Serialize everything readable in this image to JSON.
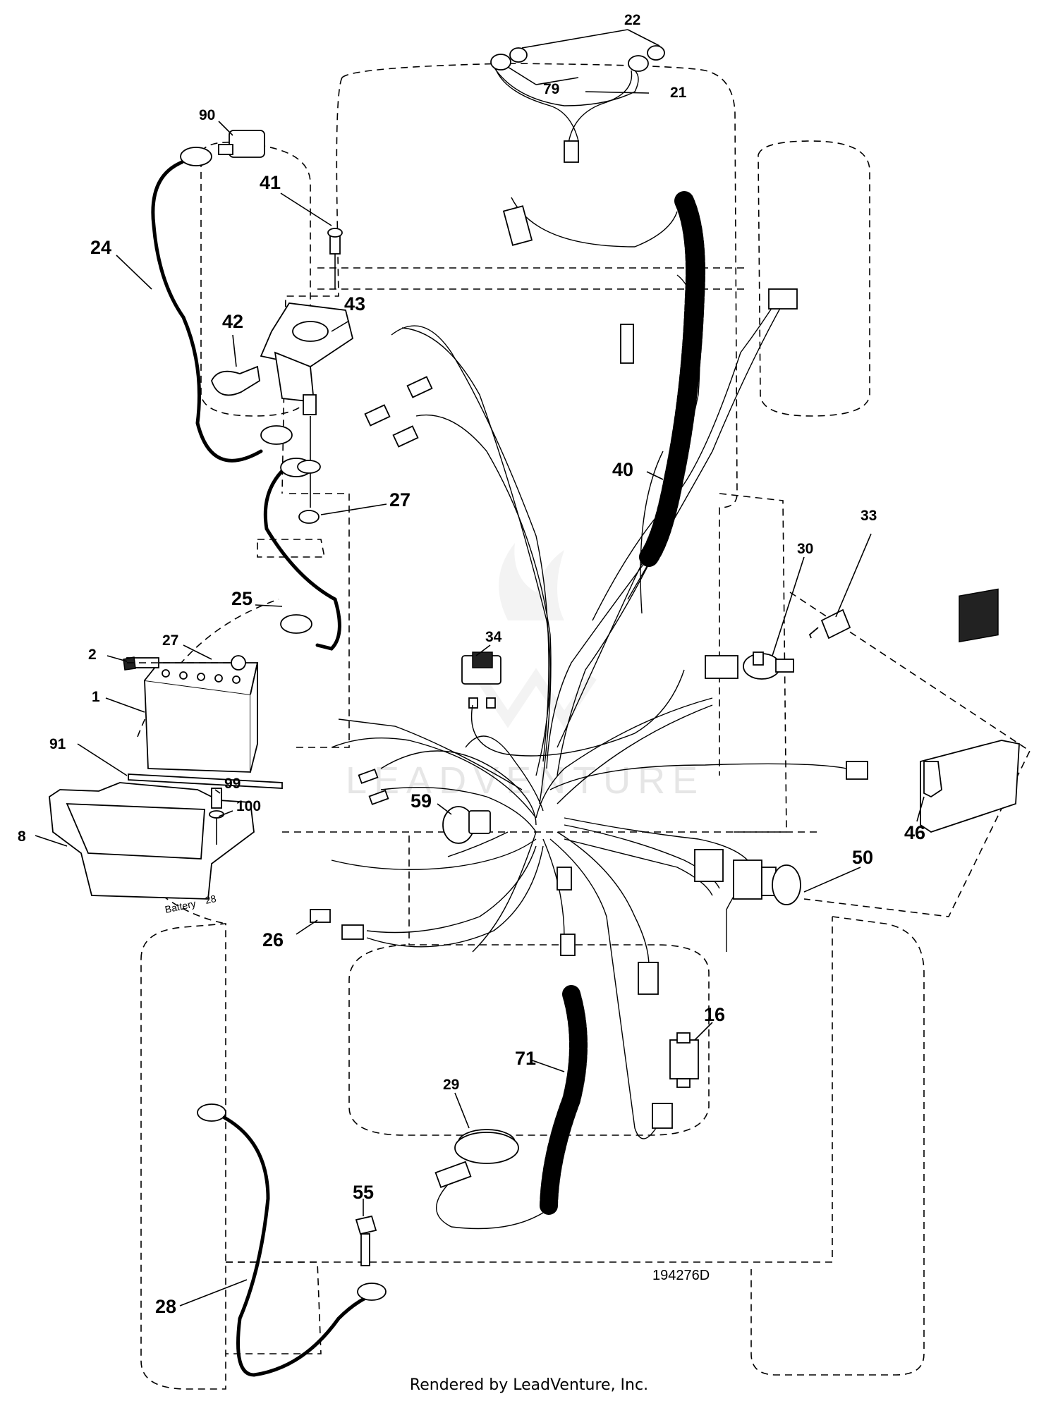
{
  "diagram": {
    "drawing_number": "194276D",
    "watermark": "LEADVENTURE",
    "battery_label": "Battery",
    "battery_label_ref": "28",
    "callouts": {
      "c1": "1",
      "c2": "2",
      "c8": "8",
      "c16": "16",
      "c21": "21",
      "c22": "22",
      "c24": "24",
      "c25": "25",
      "c26": "26",
      "c27a": "27",
      "c27b": "27",
      "c28": "28",
      "c29": "29",
      "c30": "30",
      "c33": "33",
      "c34": "34",
      "c40": "40",
      "c41": "41",
      "c42": "42",
      "c43": "43",
      "c46": "46",
      "c50": "50",
      "c55": "55",
      "c59": "59",
      "c71": "71",
      "c79": "79",
      "c90": "90",
      "c91": "91",
      "c99": "99",
      "c100": "100"
    }
  },
  "footer": {
    "text": "Rendered by LeadVenture, Inc."
  }
}
